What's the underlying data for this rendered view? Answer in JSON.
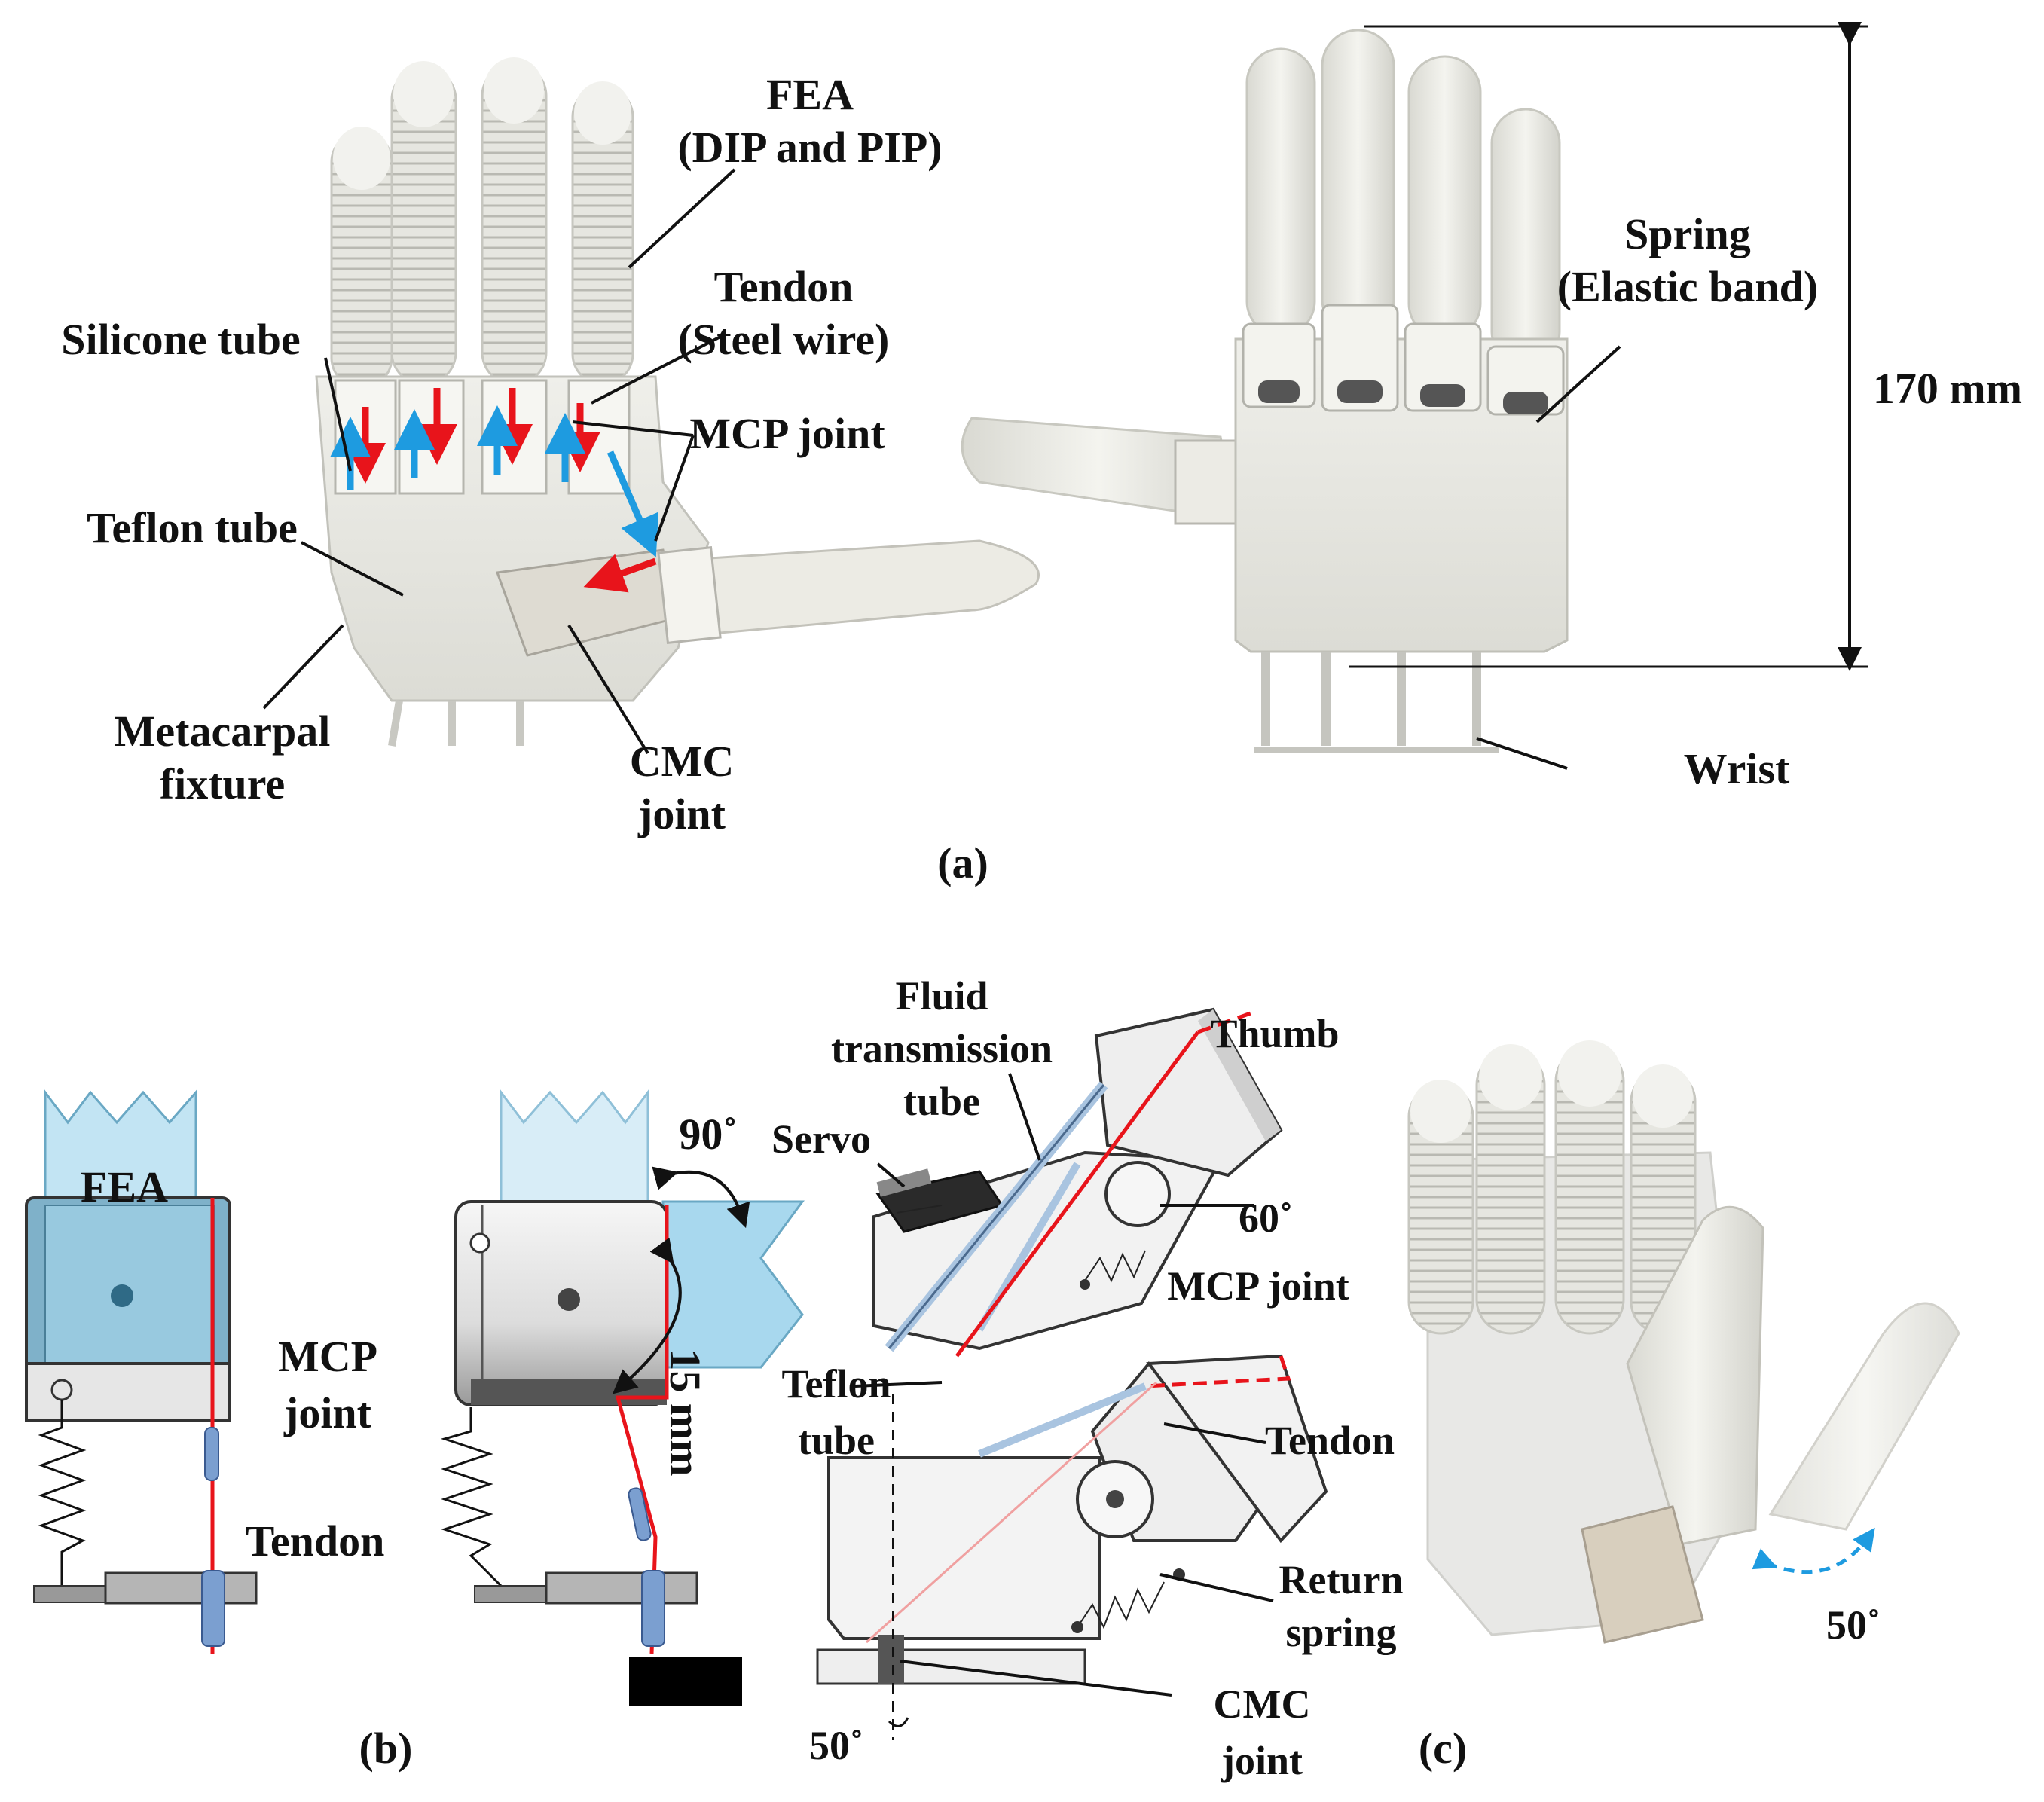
{
  "panel_a": {
    "caption": "(a)",
    "left_hand": {
      "fea_label_1": "FEA",
      "fea_label_2": "(DIP and PIP)",
      "tendon_label_1": "Tendon",
      "tendon_label_2": "(Steel wire)",
      "silicone_label": "Silicone tube",
      "mcp_label": "MCP joint",
      "teflon_label": "Teflon tube",
      "metacarpal_label_1": "Metacarpal",
      "metacarpal_label_2": "fixture",
      "cmc_label_1": "CMC",
      "cmc_label_2": "joint"
    },
    "right_hand": {
      "spring_label_1": "Spring",
      "spring_label_2": "(Elastic band)",
      "height_label": "170 mm",
      "wrist_label": "Wrist"
    }
  },
  "panel_b": {
    "caption": "(b)",
    "fea_label": "FEA",
    "mcp_label_1": "MCP",
    "mcp_label_2": "joint",
    "tendon_label": "Tendon",
    "angle_label": "90˚",
    "distance_label": "15 mm"
  },
  "panel_c": {
    "caption": "(c)",
    "fluid_label_1": "Fluid",
    "fluid_label_2": "transmission",
    "fluid_label_3": "tube",
    "thumb_label": "Thumb",
    "servo_label": "Servo",
    "angle_60": "60˚",
    "mcp_label": "MCP joint",
    "teflon_label_1": "Teflon",
    "teflon_label_2": "tube",
    "tendon_label": "Tendon",
    "return_label_1": "Return",
    "return_label_2": "spring",
    "cmc_label_1": "CMC",
    "cmc_label_2": "joint",
    "angle_50_bottom": "50˚",
    "angle_50_hand": "50˚"
  },
  "colors": {
    "tendon_red": "#e8141b",
    "arrow_blue": "#1e9be0",
    "fea_blue": "#a8d8ee",
    "hand_white": "#eeeeea"
  }
}
